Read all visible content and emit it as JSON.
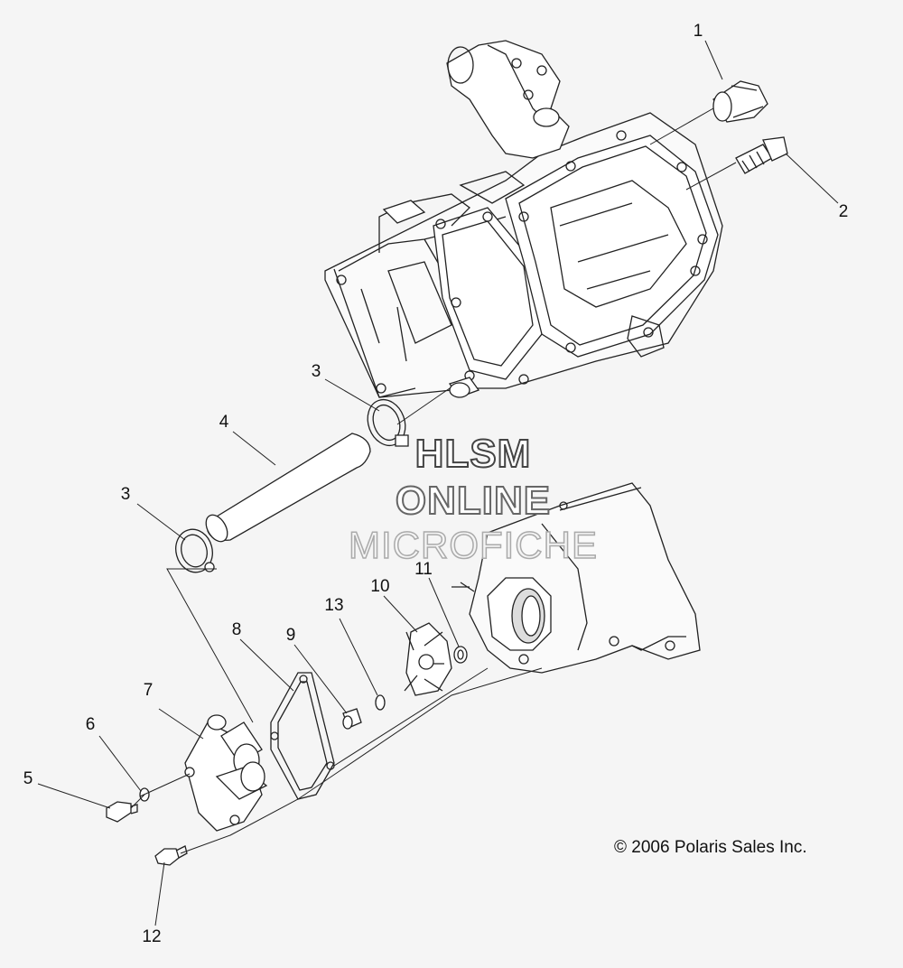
{
  "callouts": [
    {
      "label": "1"
    },
    {
      "label": "2"
    },
    {
      "label": "3"
    },
    {
      "label": "4"
    },
    {
      "label": "3"
    },
    {
      "label": "11"
    },
    {
      "label": "10"
    },
    {
      "label": "13"
    },
    {
      "label": "8"
    },
    {
      "label": "9"
    },
    {
      "label": "7"
    },
    {
      "label": "6"
    },
    {
      "label": "5"
    },
    {
      "label": "12"
    }
  ],
  "copyright": "© 2006 Polaris Sales Inc.",
  "watermark": {
    "line1": "HLSM",
    "line2": "ONLINE",
    "line3": "MICROFICHE"
  }
}
